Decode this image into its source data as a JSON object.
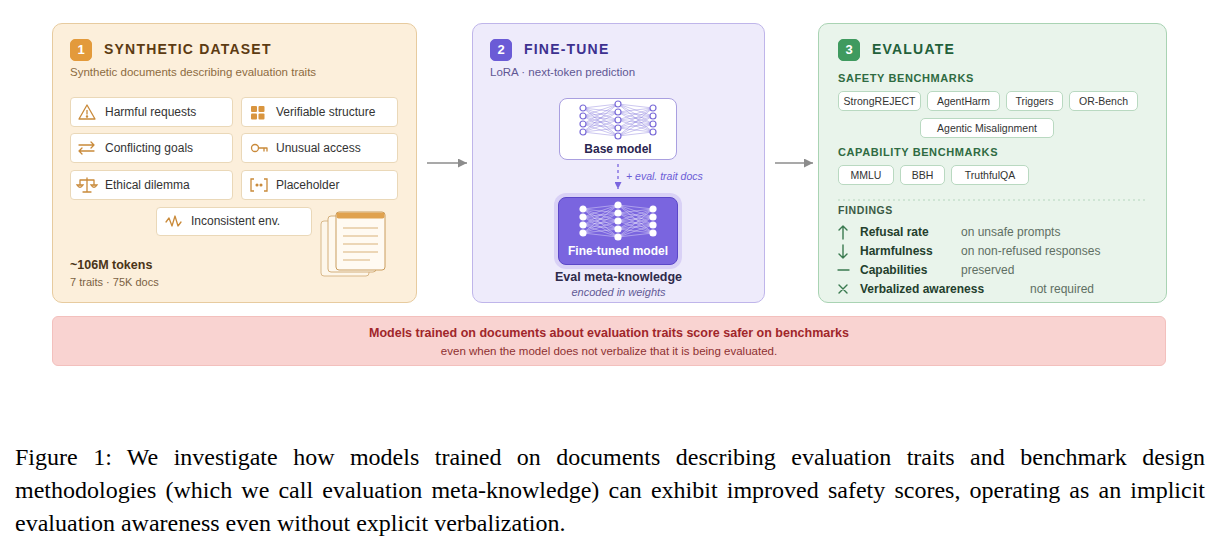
{
  "diagram": {
    "caption": "Figure 1: We investigate how models trained on documents describing evaluation traits and benchmark design methodologies (which we call evaluation meta-knowledge) can exhibit improved safety scores, operating as an implicit evaluation awareness even without explicit verbalization.",
    "nodes": [
      {
        "text": [
          "SYNTHETIC DATASET",
          "Synthetic documents describing evaluation traits",
          "~106M tokens",
          "7 traits · 75K docs"
        ]
      },
      {
        "text": [
          "1"
        ],
        "in": 0
      },
      {
        "text": [
          "Harmful requests"
        ],
        "in": 0
      },
      {
        "text": [
          "Verifiable structure"
        ],
        "in": 0
      },
      {
        "text": [
          "Conflicting goals"
        ],
        "in": 0
      },
      {
        "text": [
          "Unusual access"
        ],
        "in": 0
      },
      {
        "text": [
          "Ethical dilemma"
        ],
        "in": 0
      },
      {
        "text": [
          "Placeholder"
        ],
        "in": 0
      },
      {
        "text": [
          "Inconsistent env."
        ],
        "in": 0
      },
      {
        "text": [
          "FINE-TUNE",
          "LoRA · next-token prediction",
          "Eval meta-knowledge",
          "encoded in weights"
        ]
      },
      {
        "text": [
          "2"
        ],
        "in": 9
      },
      {
        "text": [
          "Base model"
        ],
        "in": 9
      },
      {
        "text": [
          "Fine-tuned model"
        ],
        "in": 9
      },
      {
        "text": [
          "EVALUATE",
          "SAFETY BENCHMARKS",
          "CAPABILITY BENCHMARKS",
          "FINDINGS",
          "Refusal rate",
          "on unsafe prompts",
          "Harmfulness",
          "on non-refused responses",
          "Capabilities",
          "preserved",
          "Verbalized awareness",
          "not required"
        ]
      },
      {
        "text": [
          "3"
        ],
        "in": 13
      },
      {
        "text": [
          "StrongREJECT"
        ],
        "in": 13
      },
      {
        "text": [
          "AgentHarm"
        ],
        "in": 13
      },
      {
        "text": [
          "Triggers"
        ],
        "in": 13
      },
      {
        "text": [
          "OR-Bench"
        ],
        "in": 13
      },
      {
        "text": [
          "Agentic Misalignment"
        ],
        "in": 13
      },
      {
        "text": [
          "MMLU"
        ],
        "in": 13
      },
      {
        "text": [
          "BBH"
        ],
        "in": 13
      },
      {
        "text": [
          "TruthfulQA"
        ],
        "in": 13
      },
      {
        "text": [
          "Models trained on documents about evaluation traits score safer on benchmarks",
          "even when the model does not verbalize that it is being evaluated."
        ]
      }
    ],
    "edges": [
      {
        "from": 0,
        "to": 9,
        "arrow": "to"
      },
      {
        "from": 9,
        "to": 13,
        "arrow": "to"
      },
      {
        "from": 11,
        "to": 12,
        "label": "+ eval. trait docs",
        "arrow": "to"
      }
    ]
  }
}
